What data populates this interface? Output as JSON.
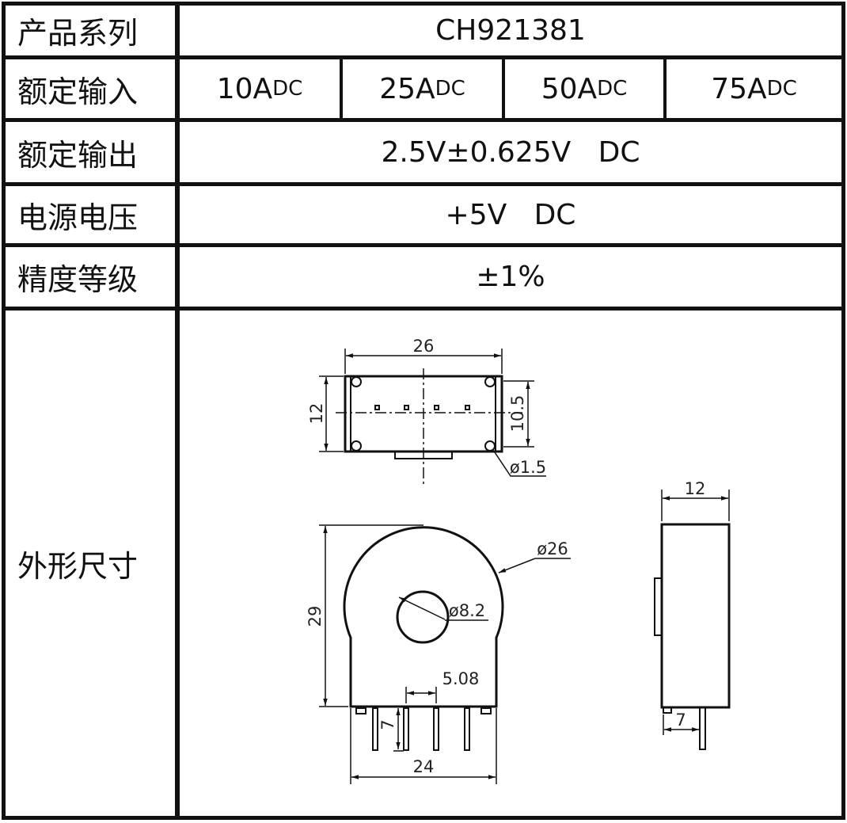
{
  "rows": [
    {
      "label": "产品系列",
      "value": "CH921381"
    },
    {
      "label": "额定输入",
      "inputs": [
        {
          "num": "10A",
          "unit": "DC"
        },
        {
          "num": "25A",
          "unit": "DC"
        },
        {
          "num": "50A",
          "unit": "DC"
        },
        {
          "num": "75A",
          "unit": "DC"
        }
      ]
    },
    {
      "label": "额定输出",
      "value": "2.5V±0.625V   DC"
    },
    {
      "label": "电源电压",
      "value": "+5V   DC"
    },
    {
      "label": "精度等级",
      "value": "±1%"
    },
    {
      "label": "外形尺寸"
    }
  ],
  "drawing": {
    "top_width": "26",
    "top_height": "12",
    "top_pin_span": "10.5",
    "top_hole": "ø1.5",
    "front_diameter": "ø26",
    "front_hole": "ø8.2",
    "front_height": "29",
    "pin_pitch": "5.08",
    "pin_length": "7",
    "front_width": "24",
    "side_width": "12",
    "side_pin_length": "7"
  }
}
